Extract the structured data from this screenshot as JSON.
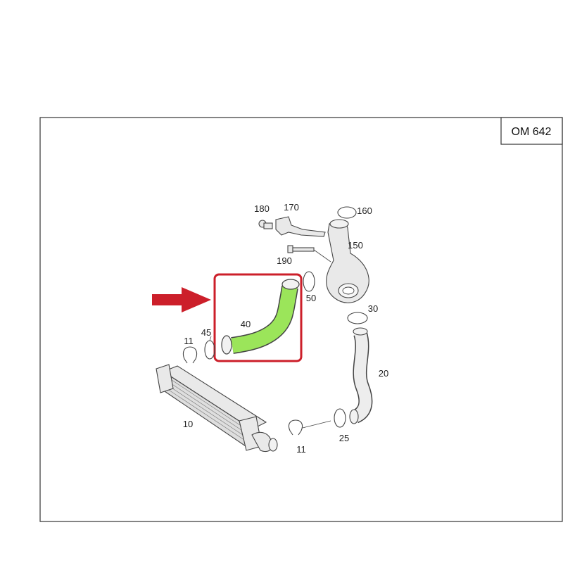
{
  "diagram": {
    "engine_tag": "OM 642",
    "highlight_color": "#cc1f2a",
    "hose_color": "#9be55a",
    "labels": {
      "p10": "10",
      "p11a": "11",
      "p11b": "11",
      "p20": "20",
      "p25": "25",
      "p30": "30",
      "p40": "40",
      "p45": "45",
      "p50": "50",
      "p150": "150",
      "p160": "160",
      "p170": "170",
      "p180": "180",
      "p190": "190"
    }
  }
}
